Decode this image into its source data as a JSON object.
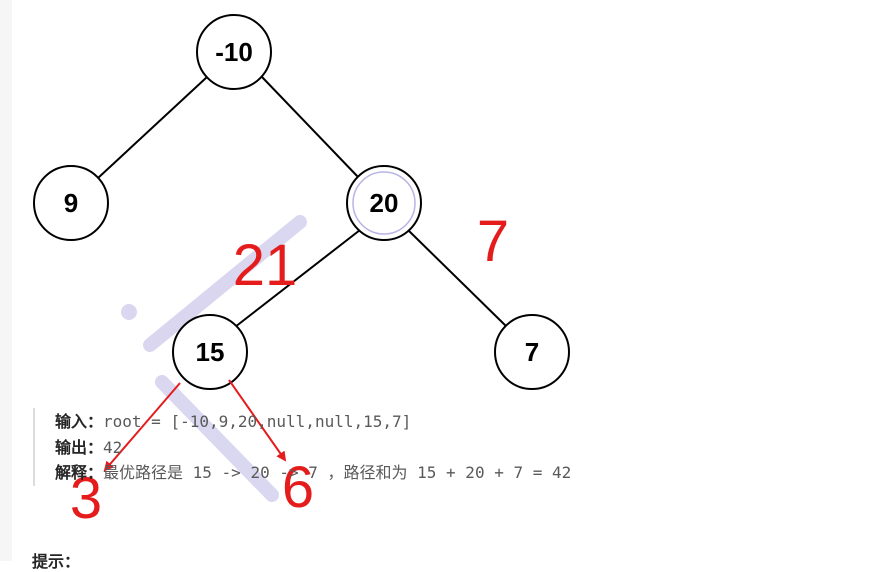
{
  "tree": {
    "nodes": [
      {
        "id": "root",
        "value": "-10"
      },
      {
        "id": "left",
        "value": "9"
      },
      {
        "id": "right",
        "value": "20"
      },
      {
        "id": "right-left",
        "value": "15"
      },
      {
        "id": "right-right",
        "value": "7"
      }
    ]
  },
  "annotations": {
    "left_path_sum": "21",
    "right_path_sum": "7",
    "left_child_value": "3",
    "right_child_value": "6"
  },
  "example": {
    "input_label": "输入：",
    "input_value": "root = [-10,9,20,null,null,15,7]",
    "output_label": "输出：",
    "output_value": "42",
    "explain_label": "解释：",
    "explain_value": "最优路径是 15 -> 20 -> 7 ，路径和为 15 + 20 + 7 = 42"
  },
  "tips_label": "提示：",
  "colors": {
    "annotation_red": "#e41c1c",
    "pen_stroke": "#d4d0ee",
    "highlight_ring": "#b8b4e6"
  }
}
